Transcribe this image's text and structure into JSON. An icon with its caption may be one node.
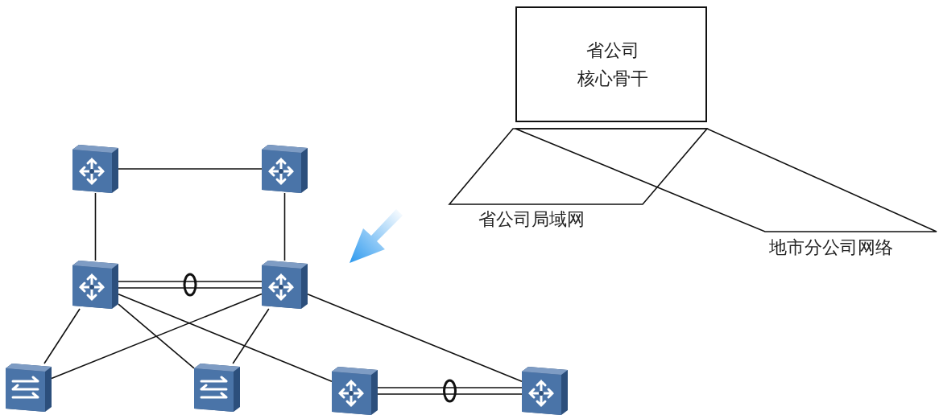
{
  "diagram": {
    "nodes": [
      {
        "text": [
          "省公司",
          "核心骨干"
        ]
      },
      {
        "text": [
          "省公司局域网"
        ]
      },
      {
        "text": [
          "地市分公司网络"
        ]
      },
      {
        "text": [],
        "shape": "picture"
      },
      {
        "text": [],
        "shape": "picture"
      },
      {
        "text": [],
        "shape": "picture"
      },
      {
        "text": [],
        "shape": "picture"
      },
      {
        "text": [],
        "shape": "picture"
      },
      {
        "text": [],
        "shape": "picture"
      },
      {
        "text": [],
        "shape": "picture"
      },
      {
        "text": [],
        "shape": "picture"
      }
    ],
    "edges": [
      {
        "from": 3,
        "to": 4,
        "arrow": "none"
      },
      {
        "from": 3,
        "to": 5,
        "arrow": "none"
      },
      {
        "from": 4,
        "to": 6,
        "arrow": "none"
      },
      {
        "from": 5,
        "to": 6,
        "arrow": "none"
      },
      {
        "from": 5,
        "to": 7,
        "arrow": "none"
      },
      {
        "from": 5,
        "to": 8,
        "arrow": "none"
      },
      {
        "from": 5,
        "to": 9,
        "arrow": "none"
      },
      {
        "from": 6,
        "to": 7,
        "arrow": "none"
      },
      {
        "from": 6,
        "to": 8,
        "arrow": "none"
      },
      {
        "from": 6,
        "to": 10,
        "arrow": "none"
      },
      {
        "from": 9,
        "to": 10,
        "arrow": "none"
      }
    ]
  }
}
